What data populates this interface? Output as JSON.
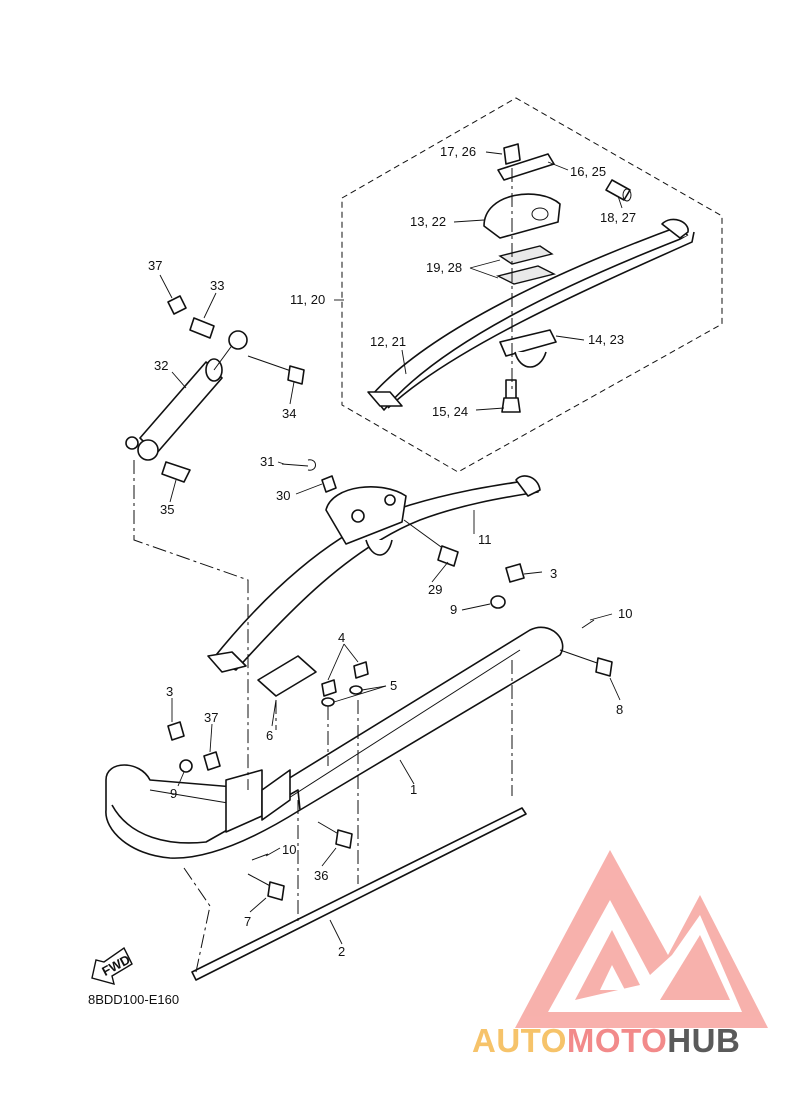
{
  "diagram_code": "8BDD100-E160",
  "fwd_label": "FWD",
  "brand": {
    "part1": "AUTO",
    "part2": "MOTO",
    "part3": "HUB"
  },
  "colors": {
    "logo_pink": "#f7a9a4",
    "brand_orange": "#f6c36a",
    "brand_red": "#f28a8a",
    "brand_gray": "#5a5a5a"
  },
  "callouts": {
    "c17_26": "17, 26",
    "c16_25": "16, 25",
    "c18_27": "18, 27",
    "c13_22": "13, 22",
    "c19_28": "19, 28",
    "c11_20": "11, 20",
    "c12_21": "12, 21",
    "c14_23": "14, 23",
    "c15_24": "15, 24",
    "c37a": "37",
    "c33": "33",
    "c32": "32",
    "c34": "34",
    "c35": "35",
    "c31": "31",
    "c30": "30",
    "c11": "11",
    "c29": "29",
    "c3a": "3",
    "c9a": "9",
    "c10a": "10",
    "c8": "8",
    "c4": "4",
    "c5": "5",
    "c6": "6",
    "c3b": "3",
    "c37b": "37",
    "c9b": "9",
    "c1": "1",
    "c10b": "10",
    "c36": "36",
    "c7": "7",
    "c2": "2"
  }
}
